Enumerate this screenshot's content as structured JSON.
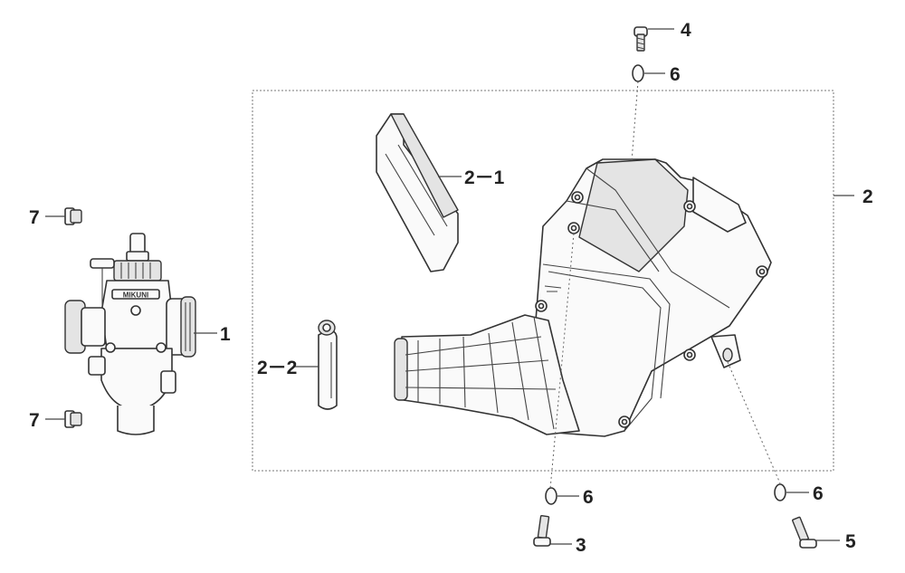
{
  "callouts": {
    "c1": "1",
    "c2": "2",
    "c2_1": "2－1",
    "c2_2": "2－2",
    "c3": "3",
    "c4": "4",
    "c5": "5",
    "c6a": "6",
    "c6b": "6",
    "c6c": "6",
    "c7a": "7",
    "c7b": "7"
  },
  "carburetor_marking": "MIKUNI"
}
